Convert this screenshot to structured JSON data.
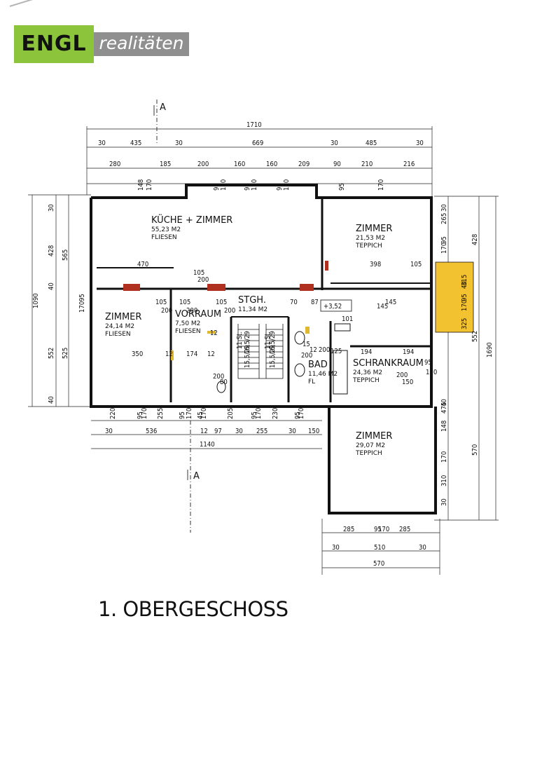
{
  "logo": {
    "brand": "ENGL",
    "tagline": "realitäten"
  },
  "floor_title": "1. OBERGESCHOSS",
  "section_marker": "A",
  "step_level": "+3,52",
  "colors": {
    "brand_green": "#8cc43c",
    "brand_gray": "#8f8f8f",
    "balcony": "#f2c230",
    "chimney": "#b03020",
    "door": "#e0b830"
  },
  "rooms": [
    {
      "name": "KÜCHE + ZIMMER",
      "area": "55,23 M2",
      "floor": "FLIESEN"
    },
    {
      "name": "ZIMMER",
      "area": "21,53 M2",
      "floor": "TEPPICH"
    },
    {
      "name": "STGH.",
      "area": "11,34 M2",
      "floor": ""
    },
    {
      "name": "ZIMMER",
      "area": "24,14 M2",
      "floor": "FLIESEN"
    },
    {
      "name": "VORRAUM",
      "area": "7,50 M2",
      "floor": "FLIESEN"
    },
    {
      "name": "BAD",
      "area": "11,46 M2",
      "floor": "FL"
    },
    {
      "name": "SCHRANKRAUM",
      "area": "24,36 M2",
      "floor": "TEPPICH"
    },
    {
      "name": "ZIMMER",
      "area": "29,07 M2",
      "floor": "TEPPICH"
    }
  ],
  "dims": {
    "top_total": "1710",
    "top_row2": [
      "30",
      "435",
      "30",
      "669",
      "30",
      "485",
      "30"
    ],
    "top_row3": [
      "280",
      "185",
      "200",
      "160",
      "160",
      "209",
      "90",
      "210",
      "216"
    ],
    "top_win": [
      "148",
      "170",
      "95",
      "170",
      "95",
      "170",
      "95",
      "170",
      "95",
      "170"
    ],
    "left_total": "1090",
    "left_outer": [
      "565",
      "525"
    ],
    "left_inner": [
      "30",
      "428",
      "40",
      "552",
      "40"
    ],
    "left_win": [
      "95",
      "170"
    ],
    "right_total": "1690",
    "right_a": [
      "428",
      "552",
      "570"
    ],
    "right_b": [
      "30",
      "265",
      "95",
      "170",
      "40",
      "475",
      "148",
      "170",
      "310",
      "30"
    ],
    "right_c": [
      "40",
      "315",
      "95",
      "170",
      "325"
    ],
    "bottom_row1": [
      "220",
      "95",
      "170",
      "255",
      "95",
      "170",
      "45",
      "170",
      "205",
      "95",
      "170",
      "230",
      "95",
      "170"
    ],
    "bottom_row2": [
      "30",
      "536",
      "12",
      "97",
      "30",
      "255",
      "30",
      "150"
    ],
    "bottom_total": "1140",
    "south": [
      "285",
      "95",
      "170",
      "285"
    ],
    "south2": [
      "30",
      "510",
      "30"
    ],
    "south_total": "570",
    "interior": [
      "470",
      "398",
      "105",
      "350",
      "12",
      "174",
      "12",
      "12",
      "194",
      "194",
      "145",
      "105",
      "200",
      "105",
      "200",
      "105",
      "200",
      "70",
      "87",
      "105",
      "200",
      "101",
      "145",
      "125",
      "200",
      "150",
      "200",
      "80",
      "200",
      "12",
      "15",
      "200",
      "95",
      "170"
    ],
    "stairs": [
      "11 St.",
      "11 St.",
      "15,5/29",
      "15,5/29",
      "16,5/29",
      "16,5/29"
    ]
  }
}
